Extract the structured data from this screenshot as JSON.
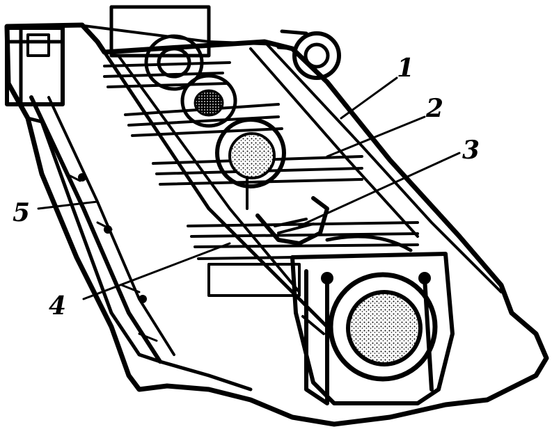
{
  "figure": {
    "callouts": [
      {
        "id": "1",
        "text": "1"
      },
      {
        "id": "2",
        "text": "2"
      },
      {
        "id": "3",
        "text": "3"
      },
      {
        "id": "4",
        "text": "4"
      },
      {
        "id": "5",
        "text": "5"
      }
    ]
  },
  "colors": {
    "ink": "#000000",
    "paper": "#ffffff"
  }
}
